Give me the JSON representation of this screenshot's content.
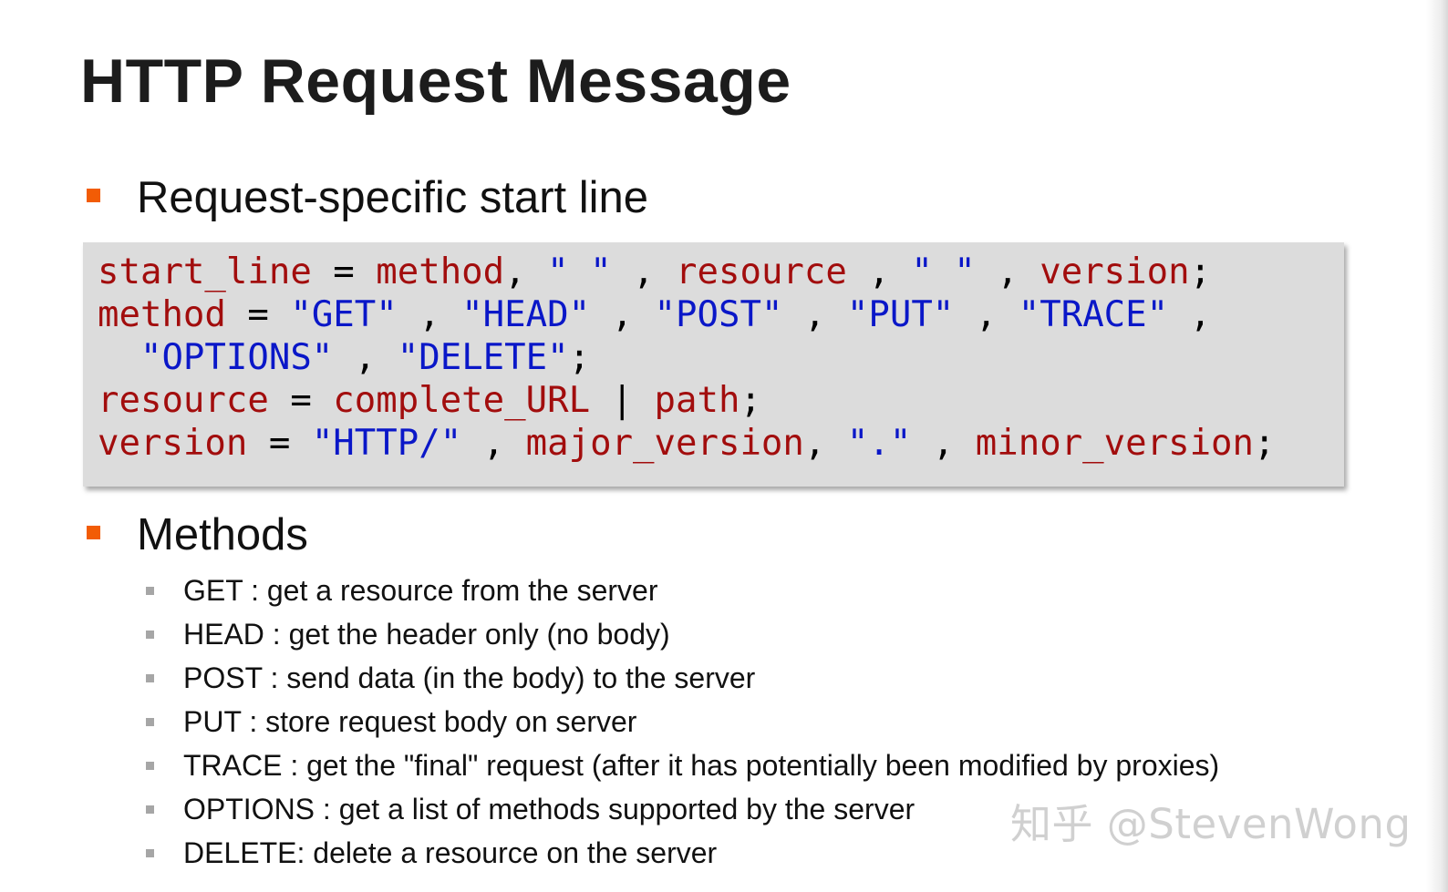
{
  "title": "HTTP Request Message",
  "sections": [
    {
      "heading": "Request-specific start line"
    },
    {
      "heading": "Methods"
    }
  ],
  "code_lines": [
    [
      {
        "t": "start_line",
        "c": "red"
      },
      {
        "t": " = ",
        "c": "black"
      },
      {
        "t": "method",
        "c": "red"
      },
      {
        "t": ", ",
        "c": "black"
      },
      {
        "t": "\" \"",
        "c": "blue"
      },
      {
        "t": " , ",
        "c": "black"
      },
      {
        "t": "resource",
        "c": "red"
      },
      {
        "t": " , ",
        "c": "black"
      },
      {
        "t": "\" \"",
        "c": "blue"
      },
      {
        "t": " , ",
        "c": "black"
      },
      {
        "t": "version",
        "c": "red"
      },
      {
        "t": ";",
        "c": "black"
      }
    ],
    [
      {
        "t": "method",
        "c": "red"
      },
      {
        "t": " = ",
        "c": "black"
      },
      {
        "t": "\"GET\"",
        "c": "blue"
      },
      {
        "t": " , ",
        "c": "black"
      },
      {
        "t": "\"HEAD\"",
        "c": "blue"
      },
      {
        "t": " , ",
        "c": "black"
      },
      {
        "t": "\"POST\"",
        "c": "blue"
      },
      {
        "t": " , ",
        "c": "black"
      },
      {
        "t": "\"PUT\"",
        "c": "blue"
      },
      {
        "t": " , ",
        "c": "black"
      },
      {
        "t": "\"TRACE\"",
        "c": "blue"
      },
      {
        "t": " ,",
        "c": "black"
      }
    ],
    [
      {
        "t": "  ",
        "c": "black"
      },
      {
        "t": "\"OPTIONS\"",
        "c": "blue"
      },
      {
        "t": " , ",
        "c": "black"
      },
      {
        "t": "\"DELETE\"",
        "c": "blue"
      },
      {
        "t": ";",
        "c": "black"
      }
    ],
    [
      {
        "t": "resource",
        "c": "red"
      },
      {
        "t": " = ",
        "c": "black"
      },
      {
        "t": "complete_URL",
        "c": "red"
      },
      {
        "t": " | ",
        "c": "black"
      },
      {
        "t": "path",
        "c": "red"
      },
      {
        "t": ";",
        "c": "black"
      }
    ],
    [
      {
        "t": "version",
        "c": "red"
      },
      {
        "t": " = ",
        "c": "black"
      },
      {
        "t": "\"HTTP/\"",
        "c": "blue"
      },
      {
        "t": " , ",
        "c": "black"
      },
      {
        "t": "major_version",
        "c": "red"
      },
      {
        "t": ", ",
        "c": "black"
      },
      {
        "t": "\".\"",
        "c": "blue"
      },
      {
        "t": " , ",
        "c": "black"
      },
      {
        "t": "minor_version",
        "c": "red"
      },
      {
        "t": ";",
        "c": "black"
      }
    ]
  ],
  "methods": [
    "GET : get a resource from the server",
    "HEAD : get the header only (no body)",
    "POST : send data (in the body) to the server",
    "PUT : store request body on server",
    "TRACE : get the \"final\" request (after it has potentially been modified by proxies)",
    "OPTIONS : get a list of methods supported by the server",
    "DELETE: delete a resource on the server"
  ],
  "watermark": "知乎 @StevenWong",
  "colors": {
    "bullet": "#f25c05",
    "sub_bullet": "#a6a6a6",
    "code_background": "#dcdcdc",
    "code_keyword": "#a20d0d",
    "code_string": "#0a17c8"
  }
}
